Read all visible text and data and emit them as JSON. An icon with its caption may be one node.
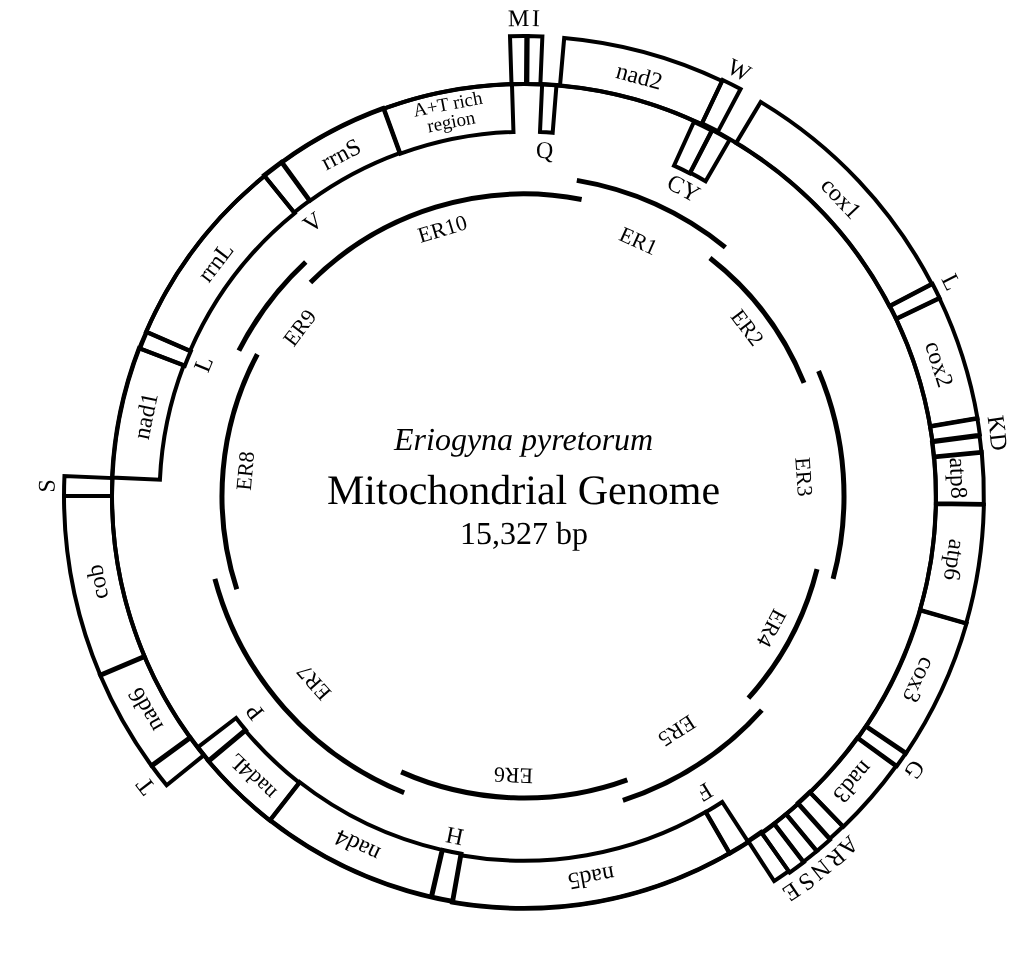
{
  "diagram": {
    "nodes": [
      {
        "text": [
          "A+T rich region"
        ]
      },
      {
        "text": [
          "M"
        ]
      },
      {
        "text": [
          "I"
        ]
      },
      {
        "text": [
          "Q"
        ]
      },
      {
        "text": [
          "nad2"
        ]
      },
      {
        "text": [
          "W"
        ]
      },
      {
        "text": [
          "C"
        ]
      },
      {
        "text": [
          "Y"
        ]
      },
      {
        "text": [
          "cox1"
        ]
      },
      {
        "text": [
          "L"
        ]
      },
      {
        "text": [
          "cox2"
        ]
      },
      {
        "text": [
          "K"
        ]
      },
      {
        "text": [
          "D"
        ]
      },
      {
        "text": [
          "atp8"
        ]
      },
      {
        "text": [
          "atp6"
        ]
      },
      {
        "text": [
          "cox3"
        ]
      },
      {
        "text": [
          "G"
        ]
      },
      {
        "text": [
          "nad3"
        ]
      },
      {
        "text": [
          "A"
        ]
      },
      {
        "text": [
          "R"
        ]
      },
      {
        "text": [
          "N"
        ]
      },
      {
        "text": [
          "S"
        ]
      },
      {
        "text": [
          "E"
        ]
      },
      {
        "text": [
          "F"
        ]
      },
      {
        "text": [
          "nad5"
        ]
      },
      {
        "text": [
          "H"
        ]
      },
      {
        "text": [
          "nad4"
        ]
      },
      {
        "text": [
          "nad4L"
        ]
      },
      {
        "text": [
          "P"
        ]
      },
      {
        "text": [
          "T"
        ]
      },
      {
        "text": [
          "nad6"
        ]
      },
      {
        "text": [
          "cob"
        ]
      },
      {
        "text": [
          "S"
        ]
      },
      {
        "text": [
          "nad1"
        ]
      },
      {
        "text": [
          "L"
        ]
      },
      {
        "text": [
          "rrnL"
        ]
      },
      {
        "text": [
          "V"
        ]
      },
      {
        "text": [
          "rrnS"
        ]
      }
    ],
    "labels": [
      "Eriogyna pyretorum",
      "Mitochondrial Genome",
      "15,327 bp",
      "ER1",
      "ER2",
      "ER3",
      "ER4",
      "ER5",
      "ER6",
      "ER7",
      "ER8",
      "ER9",
      "ER10"
    ]
  }
}
